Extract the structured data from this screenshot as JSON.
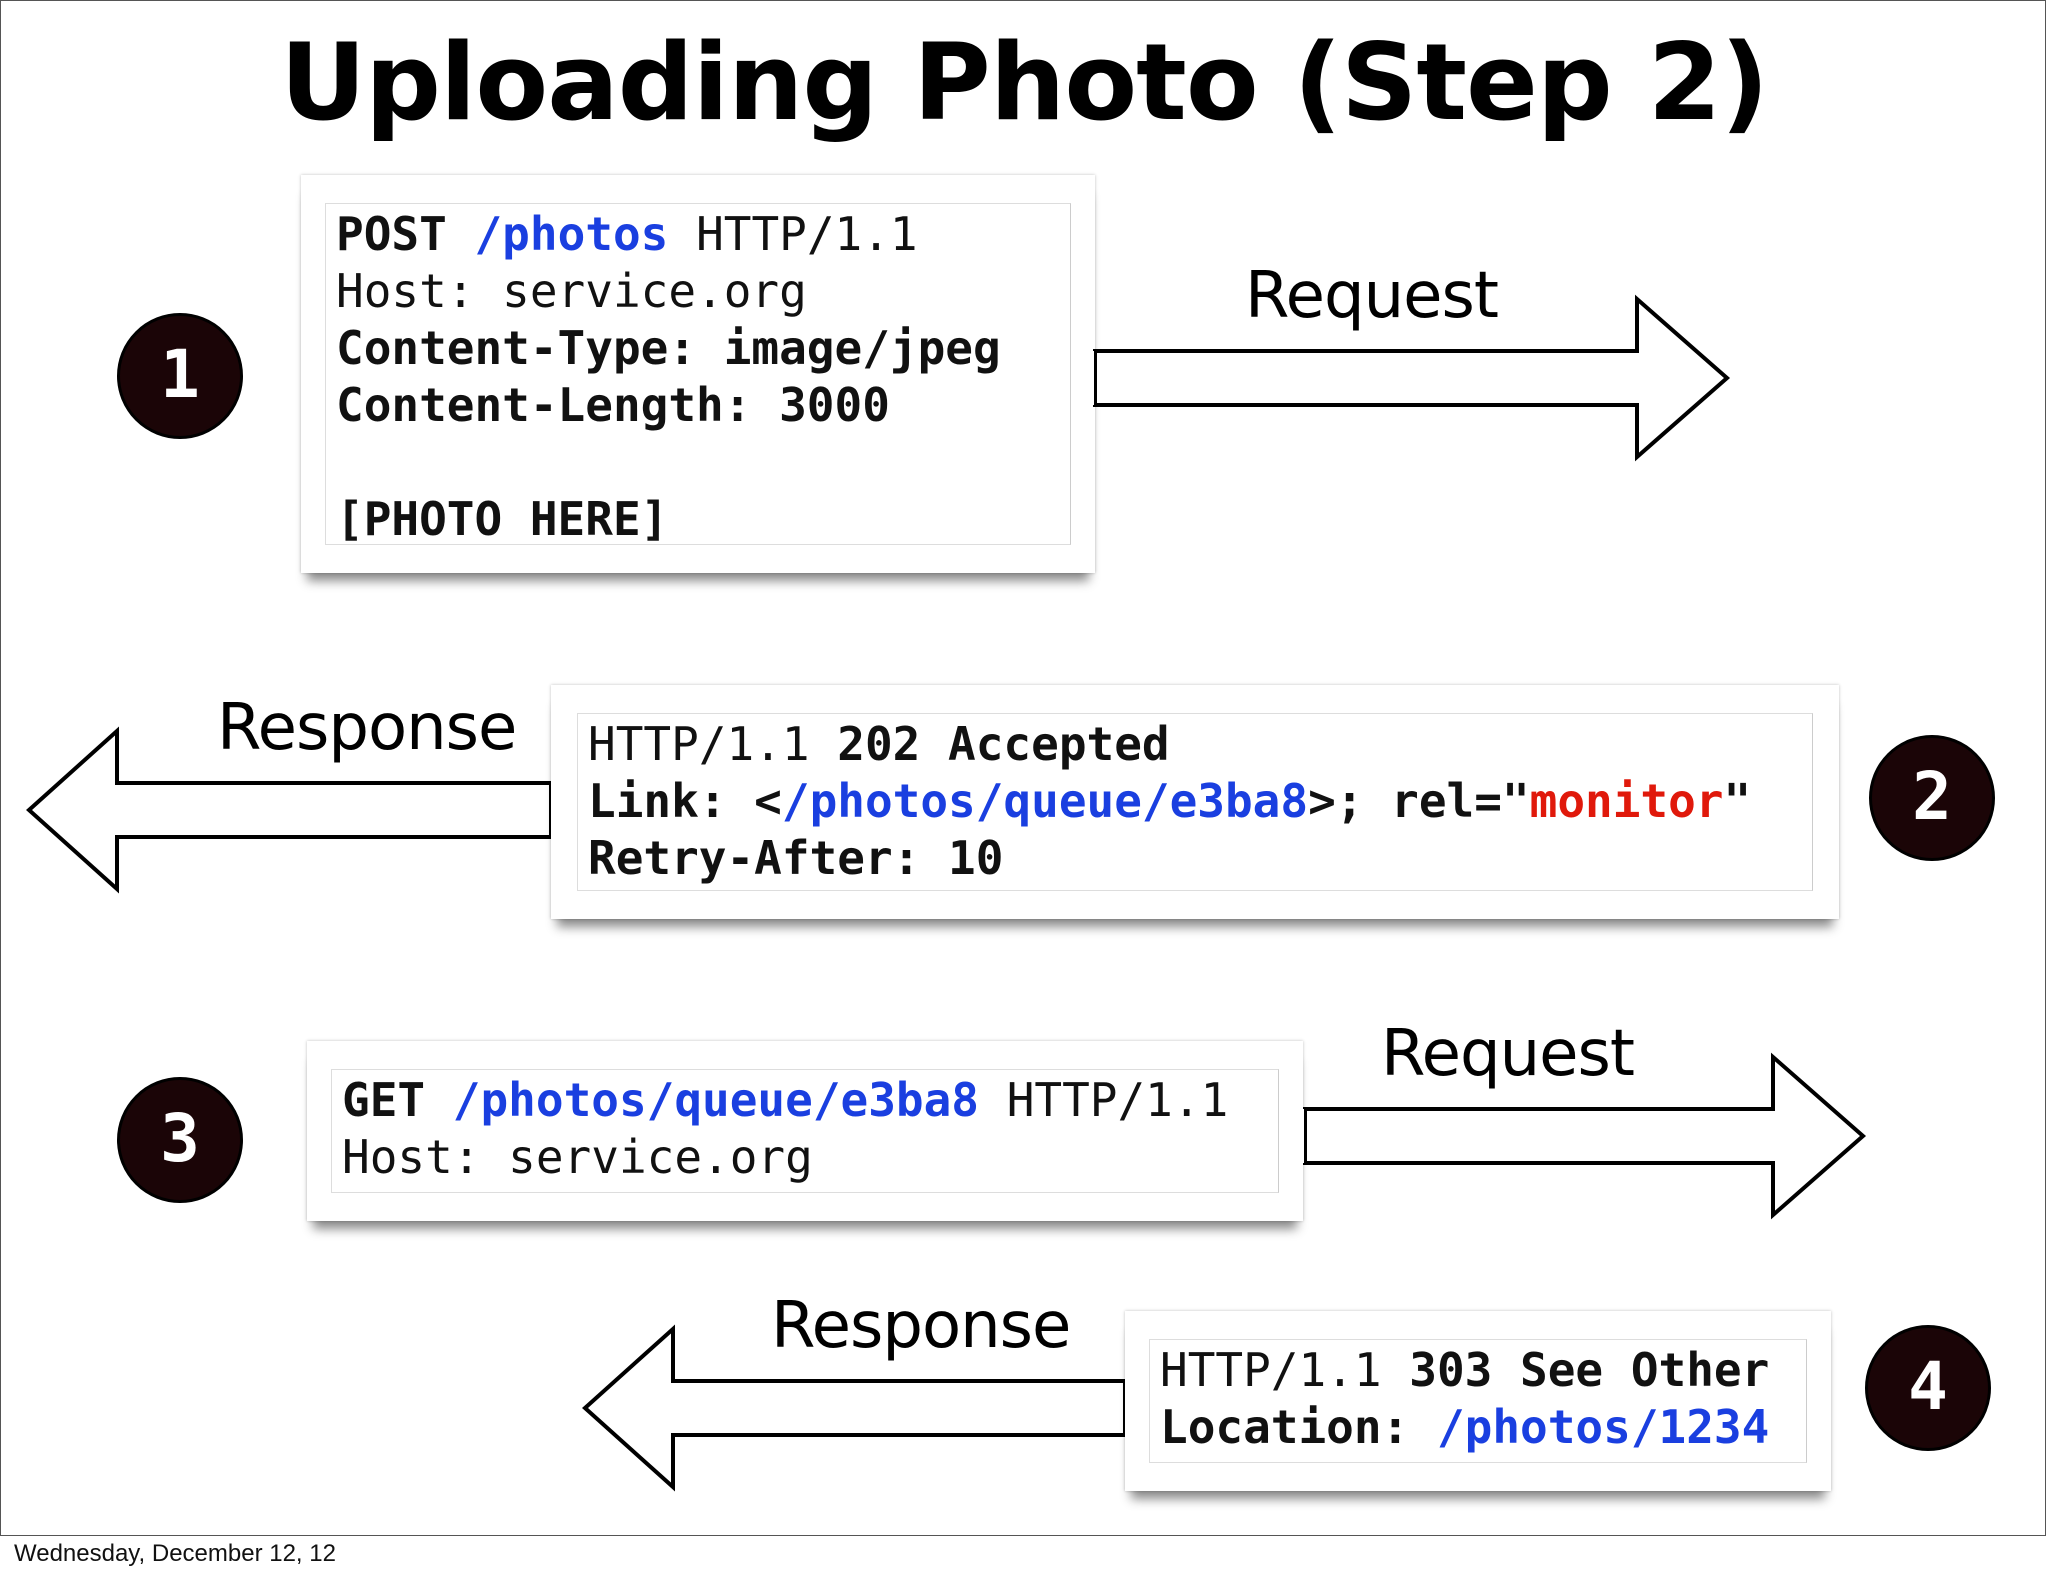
{
  "title": "Uploading Photo (Step 2)",
  "footer": "Wednesday, December 12, 12",
  "steps": [
    {
      "number": "1",
      "arrow_label": "Request",
      "lines": {
        "method": "POST",
        "path": "/photos",
        "version": "HTTP/1.1",
        "host": "Host: service.org",
        "content_type": "Content-Type: image/jpeg",
        "content_length": "Content-Length: 3000",
        "body": "[PHOTO HERE]"
      }
    },
    {
      "number": "2",
      "arrow_label": "Response",
      "lines": {
        "version": "HTTP/1.1",
        "status": "202 Accepted",
        "link_key": "Link: <",
        "link_path": "/photos/queue/e3ba8",
        "link_rel": ">; rel=\"",
        "link_rel_value": "monitor",
        "link_end": "\"",
        "retry_after": "Retry-After: 10"
      }
    },
    {
      "number": "3",
      "arrow_label": "Request",
      "lines": {
        "method": "GET",
        "path": "/photos/queue/e3ba8",
        "version": "HTTP/1.1",
        "host": "Host: service.org"
      }
    },
    {
      "number": "4",
      "arrow_label": "Response",
      "lines": {
        "version": "HTTP/1.1",
        "status": "303 See Other",
        "location_key": "Location: ",
        "location_path": "/photos/1234"
      }
    }
  ],
  "colors": {
    "link_blue": "#1a3fe0",
    "rel_red": "#e0190b",
    "badge_fill": "#1b0507"
  }
}
